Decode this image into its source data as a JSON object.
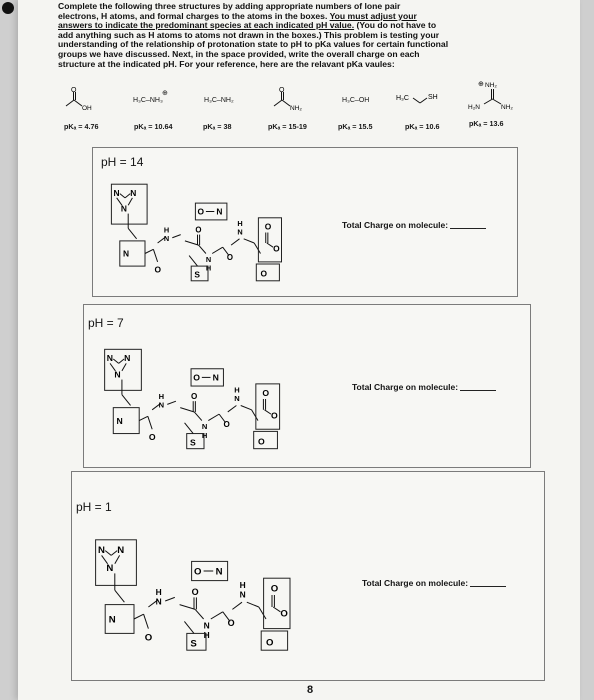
{
  "instructions": {
    "line1": "Complete the following three structures by adding appropriate numbers of lone pair",
    "line2": "electrons, H atoms, and formal charges to the atoms in the boxes.",
    "line2u": "You must adjust your",
    "line3u": "answers to indicate the predominant species at each indicated pH value.",
    "line3": "(You do not have to",
    "line4": "add anything such as H atoms to atoms not drawn in the boxes.) This problem is testing your",
    "line5": "understanding of the relationship of protonation state to pH to pKa values for certain functional",
    "line6": "groups we have discussed.",
    "line6b": "Next, in the space provided, write the overall charge on each",
    "line7": "structure at the indicated pH. For your reference, here are the relavant pKa vaules:"
  },
  "reference": [
    {
      "structure": "acetic acid",
      "label": "OH",
      "pka": "pKₐ = 4.76"
    },
    {
      "structure": "methylammonium",
      "label": "H₃C–NH₃",
      "charge": "⊕",
      "pka": "pKₐ = 10.64"
    },
    {
      "structure": "methylamine",
      "label": "H₃C–NH₂",
      "pka": "pKₐ = 38"
    },
    {
      "structure": "acetamide",
      "label": "NH₂",
      "pka": "pKₐ = 15-19"
    },
    {
      "structure": "methanol",
      "label": "H₃C–OH",
      "pka": "pKₐ = 15.5"
    },
    {
      "structure": "ethanethiol",
      "label_left": "H₃C",
      "label_right": "SH",
      "pka": "pKₐ = 10.6"
    },
    {
      "structure": "guanidinium",
      "label_top": "NH₂",
      "label_top_charge": "⊕",
      "label_left": "H₂N",
      "label_right": "NH₂",
      "pka": "pKₐ = 13.6"
    }
  ],
  "panels": [
    {
      "ph": "pH = 14",
      "total_label": "Total Charge on molecule:"
    },
    {
      "ph": "pH = 7",
      "total_label": "Total Charge on molecule:"
    },
    {
      "ph": "pH = 1",
      "total_label": "Total Charge on molecule:"
    }
  ],
  "molecule_atoms": {
    "n": "N",
    "o": "O",
    "s": "S",
    "h": "H"
  },
  "page_number": "8"
}
